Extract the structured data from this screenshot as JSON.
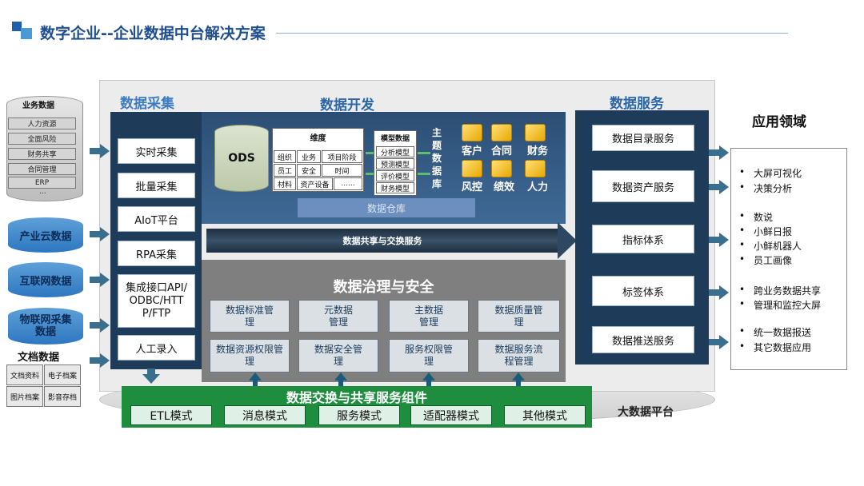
{
  "header": {
    "title": "数字企业--企业数据中台解决方案"
  },
  "sources": {
    "business": {
      "title": "业务数据",
      "items": [
        "人力资源",
        "全面风险",
        "财务共享",
        "合同管理",
        "ERP",
        "..."
      ]
    },
    "industry_cloud": "产业云数据",
    "internet": "互联网数据",
    "iot": "物联网采集数据",
    "documents": {
      "title": "文档数据",
      "items": [
        "文档资料",
        "电子档案",
        "图片档案",
        "影音存档"
      ]
    }
  },
  "collection": {
    "title": "数据采集",
    "items": [
      "实时采集",
      "批量采集",
      "AIoT平台",
      "RPA采集",
      "集成接口API/ODBC/HTTP/FTP",
      "人工录入"
    ]
  },
  "development": {
    "title": "数据开发",
    "ods": "ODS",
    "dimension": {
      "title": "维度",
      "cells": [
        "组织",
        "业务",
        "项目阶段",
        "员工",
        "安全",
        "时间",
        "材料",
        "资产设备",
        "......"
      ]
    },
    "model": {
      "title": "模型数据",
      "items": [
        "分析模型",
        "预测模型",
        "评价模型",
        "财务模型"
      ]
    },
    "theme_db": "主题数据库",
    "themes": [
      "客户",
      "合同",
      "财务",
      "风控",
      "绩效",
      "人力"
    ],
    "warehouse": "数据仓库",
    "share_service": "数据共享与交换服务"
  },
  "governance": {
    "title": "数据治理与安全",
    "cells": [
      "数据标准管理",
      "元数据管理",
      "主数据管理",
      "数据质量管理",
      "数据资源权限管理",
      "数据安全管理",
      "服务权限管理",
      "数据服务流程管理"
    ]
  },
  "exchange": {
    "title": "数据交换与共享服务组件",
    "modes": [
      "ETL模式",
      "消息模式",
      "服务模式",
      "适配器模式",
      "其他模式"
    ]
  },
  "services": {
    "title": "数据服务",
    "items": [
      "数据目录服务",
      "数据资产服务",
      "指标体系",
      "标签体系",
      "数据推送服务"
    ]
  },
  "applications": {
    "title": "应用领域",
    "items": [
      "大屏可视化",
      "决策分析",
      "数说",
      "小鲜日报",
      "小鲜机器人",
      "员工画像",
      "跨业务数据共享",
      "管理和监控大屏",
      "统一数据报送",
      "其它数据应用"
    ]
  },
  "platform": {
    "label": "大数据平台"
  },
  "colors": {
    "dark_panel": "#1e3b5a",
    "governance": "#7f7f7f",
    "exchange_green": "#1e8e3e",
    "title_blue": "#1f4e8c"
  }
}
